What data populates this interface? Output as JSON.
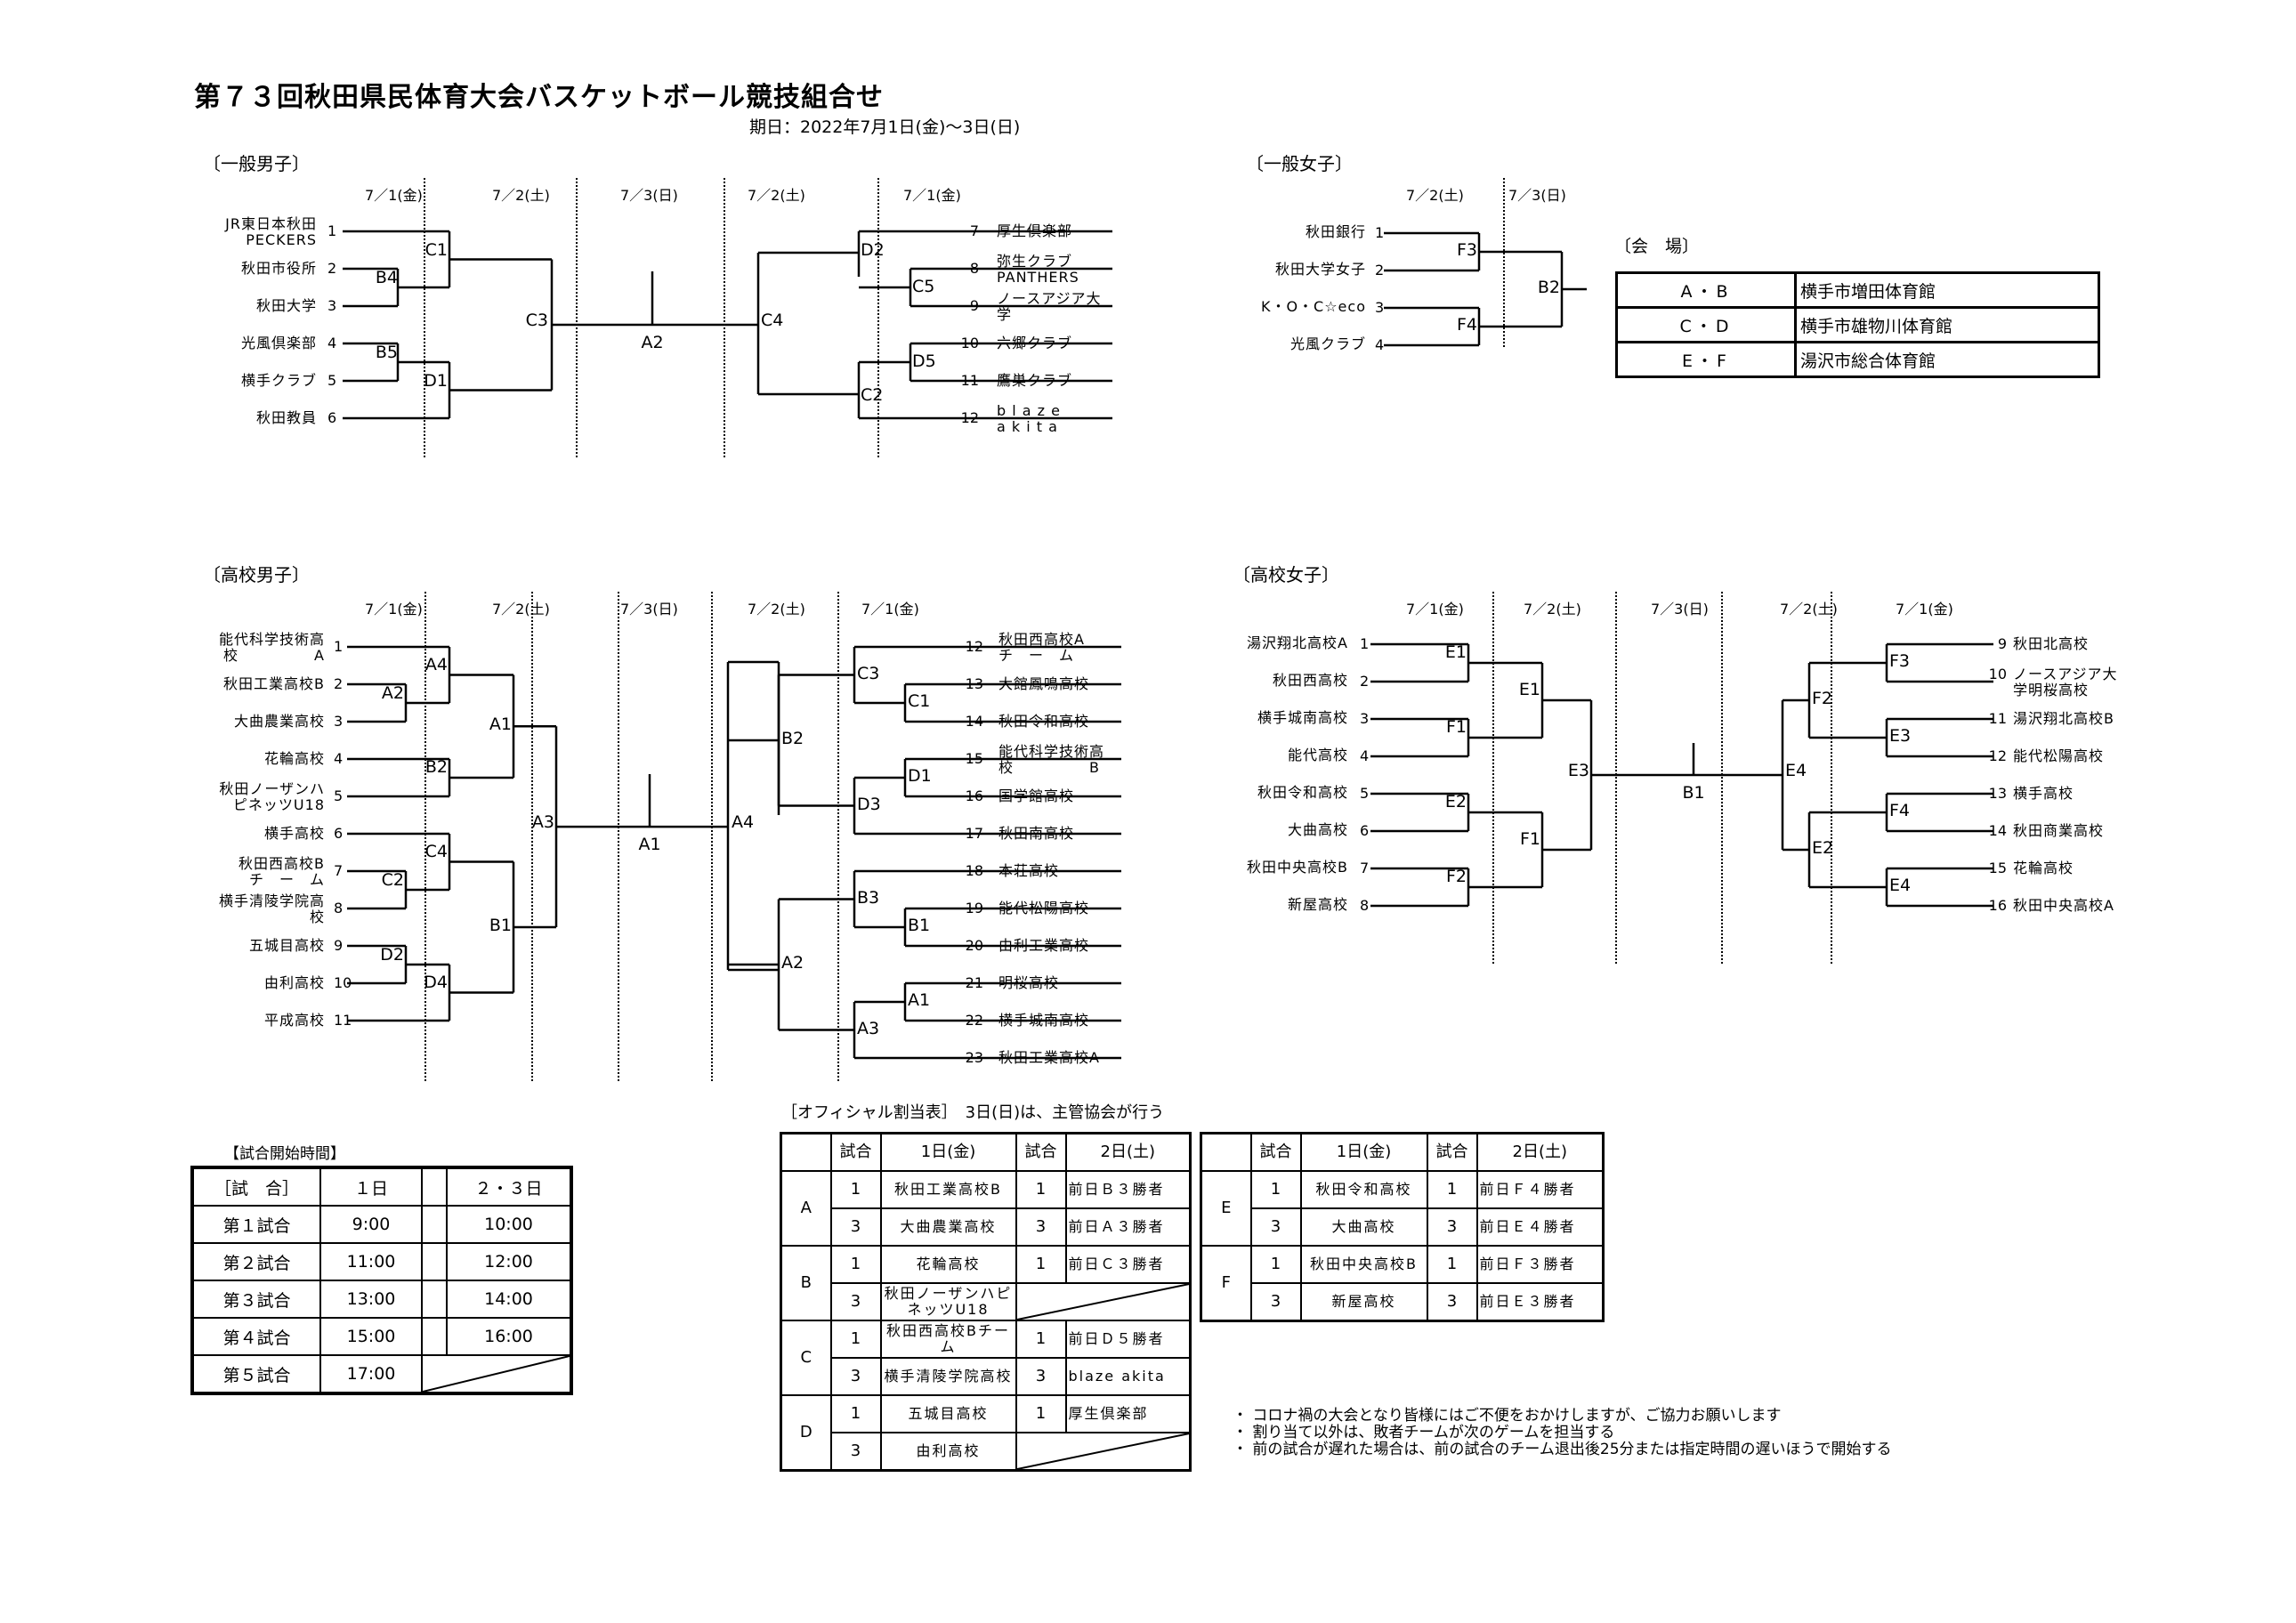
{
  "title": "第７３回秋田県民体育大会バスケットボール競技組合せ",
  "period": "期日：2022年7月1日(金)～3日(日)",
  "general_men": {
    "section_title": "〔一般男子〕",
    "dates": [
      "7／1(金)",
      "7／2(土)",
      "7／3(日)",
      "7／2(土)",
      "7／1(金)"
    ],
    "left_teams": [
      {
        "seed": "1",
        "name": "JR東日本秋田",
        "name2": "PECKERS"
      },
      {
        "seed": "2",
        "name": "秋田市役所"
      },
      {
        "seed": "3",
        "name": "秋田大学"
      },
      {
        "seed": "4",
        "name": "光風倶楽部"
      },
      {
        "seed": "5",
        "name": "横手クラブ"
      },
      {
        "seed": "6",
        "name": "秋田教員"
      }
    ],
    "right_teams": [
      {
        "seed": "7",
        "name": "厚生倶楽部"
      },
      {
        "seed": "8",
        "name": "弥生クラブ",
        "name2": "PANTHERS"
      },
      {
        "seed": "9",
        "name": "ノースアジア大",
        "name2": "学"
      },
      {
        "seed": "10",
        "name": "六郷クラブ"
      },
      {
        "seed": "11",
        "name": "鷹巣クラブ"
      },
      {
        "seed": "12",
        "name": "b l a z e",
        "name2": "a k i t a"
      }
    ],
    "matches": {
      "left_r1": [
        "B4",
        "B5"
      ],
      "left_r2": [
        "C1",
        "D1"
      ],
      "left_r3": "C3",
      "final": "A2",
      "right_r3": "C4",
      "right_r2": [
        "D2",
        "C2"
      ],
      "right_r1": [
        "C5",
        "D5"
      ]
    }
  },
  "general_women": {
    "section_title": "〔一般女子〕",
    "dates": [
      "7／2(土)",
      "7／3(日)"
    ],
    "teams": [
      {
        "seed": "1",
        "name": "秋田銀行"
      },
      {
        "seed": "2",
        "name": "秋田大学女子"
      },
      {
        "seed": "3",
        "name": "K・O・C☆eco"
      },
      {
        "seed": "4",
        "name": "光風クラブ"
      }
    ],
    "matches": {
      "r1": [
        "F3",
        "F4"
      ],
      "final": "B2"
    }
  },
  "venues": {
    "label": "〔会　場〕",
    "rows": [
      {
        "courts": "A・B",
        "venue": "横手市増田体育館"
      },
      {
        "courts": "C・D",
        "venue": "横手市雄物川体育館"
      },
      {
        "courts": "E・F",
        "venue": "湯沢市総合体育館"
      }
    ]
  },
  "hs_men": {
    "section_title": "〔高校男子〕",
    "dates": [
      "7／1(金)",
      "7／2(土)",
      "7／3(日)",
      "7／2(土)",
      "7／1(金)"
    ],
    "left_teams": [
      {
        "seed": "1",
        "name": "能代科学技術高",
        "name2": "校　　　　　A"
      },
      {
        "seed": "2",
        "name": "秋田工業高校B"
      },
      {
        "seed": "3",
        "name": "大曲農業高校"
      },
      {
        "seed": "4",
        "name": "花輪高校"
      },
      {
        "seed": "5",
        "name": "秋田ノーザンハ",
        "name2": "ピネッツU18"
      },
      {
        "seed": "6",
        "name": "横手高校"
      },
      {
        "seed": "7",
        "name": "秋田西高校B",
        "name2": "チ　ー　ム"
      },
      {
        "seed": "8",
        "name": "横手清陵学院高",
        "name2": "校"
      },
      {
        "seed": "9",
        "name": "五城目高校"
      },
      {
        "seed": "10",
        "name": "由利高校"
      },
      {
        "seed": "11",
        "name": "平成高校"
      }
    ],
    "right_teams": [
      {
        "seed": "12",
        "name": "秋田西高校A",
        "name2": "チ　ー　ム"
      },
      {
        "seed": "13",
        "name": "大館鳳鳴高校"
      },
      {
        "seed": "14",
        "name": "秋田令和高校"
      },
      {
        "seed": "15",
        "name": "能代科学技術高",
        "name2": "校　　　　　B"
      },
      {
        "seed": "16",
        "name": "国学館高校"
      },
      {
        "seed": "17",
        "name": "秋田南高校"
      },
      {
        "seed": "18",
        "name": "本荘高校"
      },
      {
        "seed": "19",
        "name": "能代松陽高校"
      },
      {
        "seed": "20",
        "name": "由利工業高校"
      },
      {
        "seed": "21",
        "name": "明桜高校"
      },
      {
        "seed": "22",
        "name": "横手城南高校"
      },
      {
        "seed": "23",
        "name": "秋田工業高校A"
      }
    ],
    "matches": {
      "left_r1": [
        "A2",
        "C2",
        "D2"
      ],
      "left_r2": [
        "A4",
        "B2",
        "C4",
        "D4"
      ],
      "left_r3": [
        "A1",
        "B1"
      ],
      "left_r4": "A3",
      "final": "A1",
      "right_r4": "A4",
      "right_r3": [
        "B2",
        "A2"
      ],
      "right_r2": [
        "C3",
        "D3",
        "B3",
        "A3"
      ],
      "right_r1": [
        "C1",
        "D1",
        "B1",
        "A1"
      ]
    }
  },
  "hs_women": {
    "section_title": "〔高校女子〕",
    "dates": [
      "7／1(金)",
      "7／2(土)",
      "7／3(日)",
      "7／2(土)",
      "7／1(金)"
    ],
    "left_teams": [
      {
        "seed": "1",
        "name": "湯沢翔北高校A"
      },
      {
        "seed": "2",
        "name": "秋田西高校"
      },
      {
        "seed": "3",
        "name": "横手城南高校"
      },
      {
        "seed": "4",
        "name": "能代高校"
      },
      {
        "seed": "5",
        "name": "秋田令和高校"
      },
      {
        "seed": "6",
        "name": "大曲高校"
      },
      {
        "seed": "7",
        "name": "秋田中央高校B"
      },
      {
        "seed": "8",
        "name": "新屋高校"
      }
    ],
    "right_teams": [
      {
        "seed": "9",
        "name": "秋田北高校"
      },
      {
        "seed": "10",
        "name": "ノースアジア大",
        "name2": "学明桜高校"
      },
      {
        "seed": "11",
        "name": "湯沢翔北高校B"
      },
      {
        "seed": "12",
        "name": "能代松陽高校"
      },
      {
        "seed": "13",
        "name": "横手高校"
      },
      {
        "seed": "14",
        "name": "秋田商業高校"
      },
      {
        "seed": "15",
        "name": "花輪高校"
      },
      {
        "seed": "16",
        "name": "秋田中央高校A"
      }
    ],
    "matches": {
      "left_r1": [
        "E1",
        "F1",
        "E2",
        "F2"
      ],
      "left_r2": [
        "E1",
        "F1"
      ],
      "left_r3": "E3",
      "final": "B1",
      "right_r3": "E4",
      "right_r2": [
        "F2",
        "E2"
      ],
      "right_r1": [
        "F3",
        "E3",
        "F4",
        "E4"
      ]
    }
  },
  "start_times": {
    "label": "【試合開始時間】",
    "header": [
      "［試　合］",
      "１日",
      "",
      "２・３日"
    ],
    "rows": [
      {
        "game": "第１試合",
        "day1": "9:00",
        "day23": "10:00"
      },
      {
        "game": "第２試合",
        "day1": "11:00",
        "day23": "12:00"
      },
      {
        "game": "第３試合",
        "day1": "13:00",
        "day23": "14:00"
      },
      {
        "game": "第４試合",
        "day1": "15:00",
        "day23": "16:00"
      },
      {
        "game": "第５試合",
        "day1": "17:00",
        "day23": ""
      }
    ]
  },
  "officials": {
    "label": "［オフィシャル割当表］　3日(日)は、主管協会が行う",
    "header": [
      "",
      "試合",
      "1日(金)",
      "試合",
      "2日(土)"
    ],
    "left": [
      {
        "court": "A",
        "rows": [
          {
            "g1": "1",
            "d1": "秋田工業高校B",
            "g2": "1",
            "d2": "前日Ｂ３勝者"
          },
          {
            "g1": "3",
            "d1": "大曲農業高校",
            "g2": "3",
            "d2": "前日Ａ３勝者"
          }
        ]
      },
      {
        "court": "B",
        "rows": [
          {
            "g1": "1",
            "d1": "花輪高校",
            "g2": "1",
            "d2": "前日Ｃ３勝者"
          },
          {
            "g1": "3",
            "d1": "秋田ノーザンハピネッツU18",
            "g2": "",
            "d2": ""
          }
        ]
      },
      {
        "court": "C",
        "rows": [
          {
            "g1": "1",
            "d1": "秋田西高校Bチーム",
            "g2": "1",
            "d2": "前日Ｄ５勝者"
          },
          {
            "g1": "3",
            "d1": "横手清陵学院高校",
            "g2": "3",
            "d2": "blaze akita"
          }
        ]
      },
      {
        "court": "D",
        "rows": [
          {
            "g1": "1",
            "d1": "五城目高校",
            "g2": "1",
            "d2": "厚生倶楽部"
          },
          {
            "g1": "3",
            "d1": "由利高校",
            "g2": "",
            "d2": ""
          }
        ]
      }
    ],
    "right": [
      {
        "court": "E",
        "rows": [
          {
            "g1": "1",
            "d1": "秋田令和高校",
            "g2": "1",
            "d2": "前日Ｆ４勝者"
          },
          {
            "g1": "3",
            "d1": "大曲高校",
            "g2": "3",
            "d2": "前日Ｅ４勝者"
          }
        ]
      },
      {
        "court": "F",
        "rows": [
          {
            "g1": "1",
            "d1": "秋田中央高校B",
            "g2": "1",
            "d2": "前日Ｆ３勝者"
          },
          {
            "g1": "3",
            "d1": "新屋高校",
            "g2": "3",
            "d2": "前日Ｅ３勝者"
          }
        ]
      }
    ]
  },
  "notes": [
    "・ コロナ禍の大会となり皆様にはご不便をおかけしますが、ご協力お願いします",
    "・ 割り当て以外は、敗者チームが次のゲームを担当する",
    "・ 前の試合が遅れた場合は、前の試合のチーム退出後25分または指定時間の遅いほうで開始する"
  ]
}
